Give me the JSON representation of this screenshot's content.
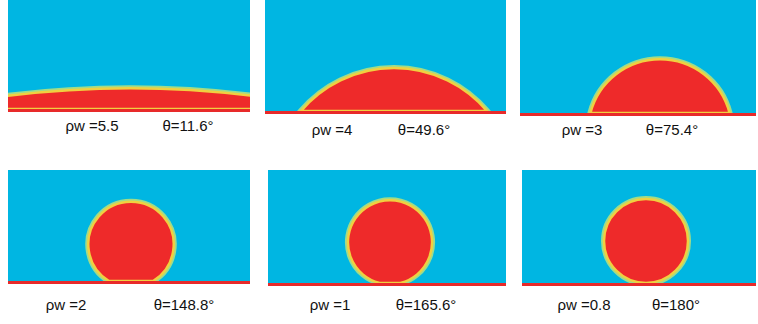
{
  "diagram": {
    "labels": [
      "ρw =5.5",
      "θ=11.6°",
      "ρw =4",
      "θ=49.6°",
      "ρw =3",
      "θ=75.4°",
      "ρw =2",
      "θ=148.8°",
      "ρw =1",
      "θ=165.6°",
      "ρw =0.8",
      "θ=180°"
    ]
  }
}
